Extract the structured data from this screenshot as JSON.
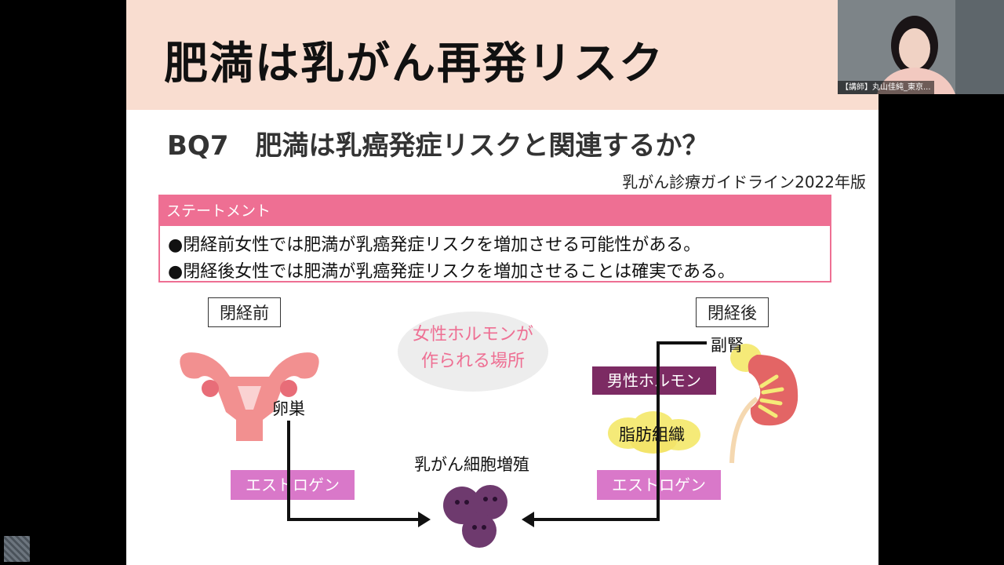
{
  "slide": {
    "title": "肥満は乳がん再発リスク",
    "subtitle": "BQ7　肥満は乳癌発症リスクと関連するか？",
    "guideline_source": "乳がん診療ガイドライン2022年版",
    "statement": {
      "header": "ステートメント",
      "lines": [
        "●閉経前女性では肥満が乳癌発症リスクを増加させる可能性がある。",
        "●閉経後女性では肥満が乳癌発症リスクを増加させることは確実である。"
      ]
    },
    "diagram": {
      "premenopause_label": "閉経前",
      "postmenopause_label": "閉経後",
      "hormone_bubble": [
        "女性ホルモンが",
        "作られる場所"
      ],
      "ovary_label": "卵巣",
      "adrenal_label": "副腎",
      "male_hormone_label": "男性ホルモン",
      "adipose_label": "脂肪組織",
      "estrogen_left": "エストロゲン",
      "estrogen_right": "エストロゲン",
      "proliferation_label": "乳がん細胞増殖"
    }
  },
  "video": {
    "participant_name": "【講師】丸山佳純_東京..."
  },
  "colors": {
    "title_band": "#f9ddd0",
    "accent_pink": "#ee6f93",
    "estrogen_label": "#d978c9",
    "male_hormone": "#7c2b63",
    "cancer_cell": "#6e3a6e",
    "uterus": "#f29090",
    "kidney": "#e36565",
    "fat": "#f5ea78"
  }
}
